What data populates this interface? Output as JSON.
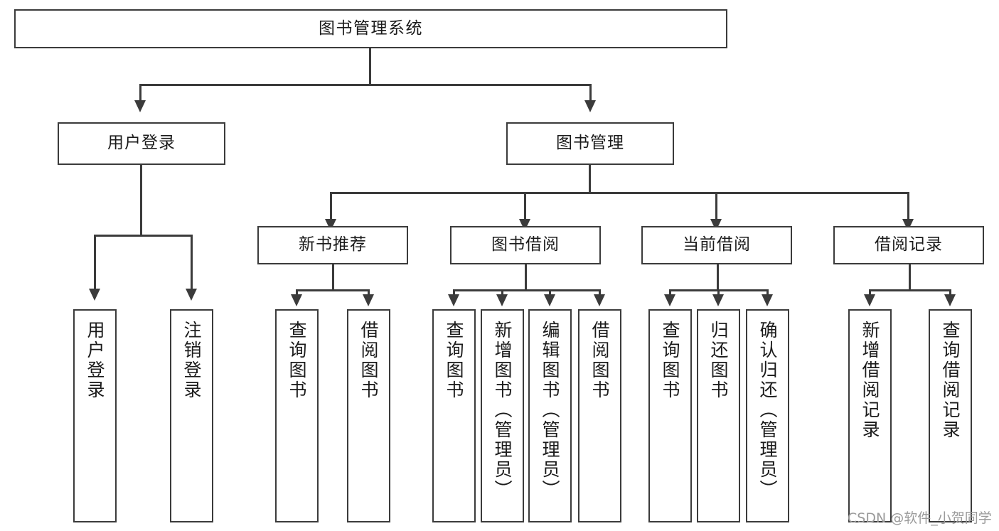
{
  "diagram": {
    "title": "图书管理系统",
    "type": "tree-hierarchy",
    "root": {
      "label": "图书管理系统"
    },
    "level1": [
      {
        "label": "用户登录"
      },
      {
        "label": "图书管理"
      }
    ],
    "level2": [
      {
        "label": "新书推荐"
      },
      {
        "label": "图书借阅"
      },
      {
        "label": "当前借阅"
      },
      {
        "label": "借阅记录"
      }
    ],
    "leaves": {
      "user_login": [
        {
          "label": "用户登录"
        },
        {
          "label": "注销登录"
        }
      ],
      "new_book_recommend": [
        {
          "label": "查询图书"
        },
        {
          "label": "借阅图书"
        }
      ],
      "book_borrow": [
        {
          "label": "查询图书"
        },
        {
          "label": "新增图书（管理员）"
        },
        {
          "label": "编辑图书（管理员）"
        },
        {
          "label": "借阅图书"
        }
      ],
      "current_borrow": [
        {
          "label": "查询图书"
        },
        {
          "label": "归还图书"
        },
        {
          "label": "确认归还（管理员）"
        }
      ],
      "borrow_record": [
        {
          "label": "新增借阅记录"
        },
        {
          "label": "查询借阅记录"
        }
      ]
    }
  },
  "watermark": {
    "text": "CSDN @软件_小贺同学"
  },
  "colors": {
    "stroke": "#3b3b3b",
    "fill": "#ffffff",
    "text": "#1b1b1b",
    "watermark": "#9a9a9a"
  }
}
